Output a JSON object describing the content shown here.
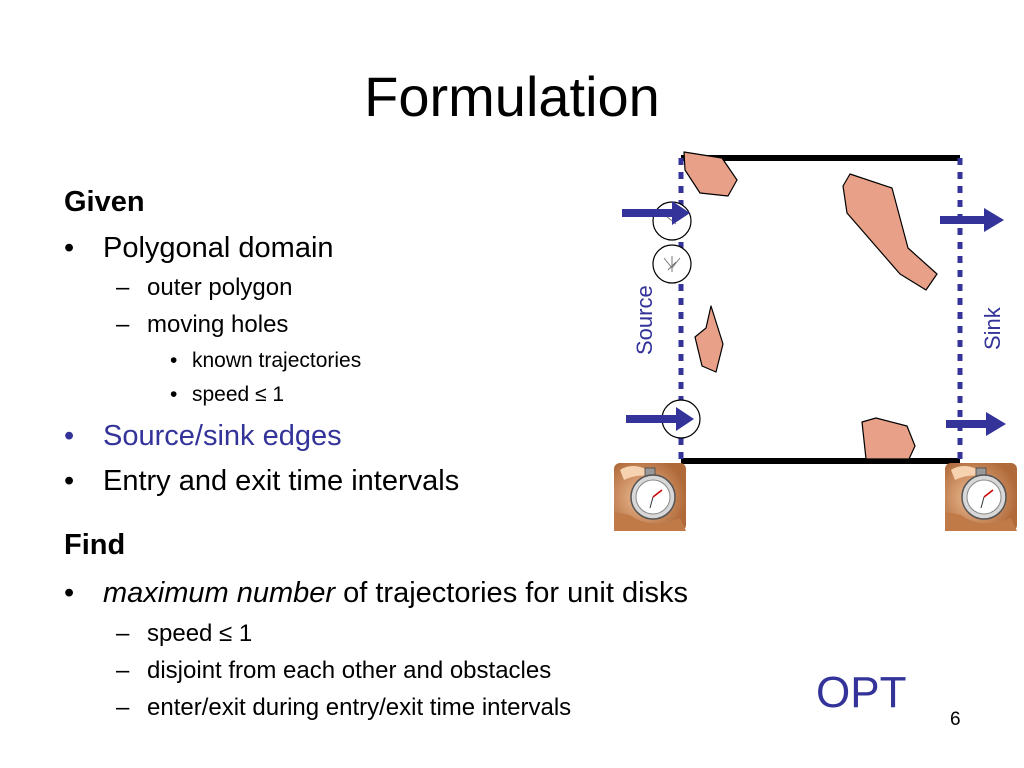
{
  "slide": {
    "title": "Formulation",
    "page_number": "6",
    "opt_label": "OPT",
    "accent_color": "#333399",
    "obstacle_color": "#e8a088"
  },
  "given": {
    "heading": "Given",
    "polygonal_domain": "Polygonal domain",
    "outer_polygon": "outer polygon",
    "moving_holes": "moving holes",
    "known_trajectories": "known trajectories",
    "speed": "speed ≤ 1",
    "source_sink": "Source/sink edges",
    "entry_exit": "Entry and exit time intervals"
  },
  "find": {
    "heading": "Find",
    "max_number_italic": "maximum number",
    "max_number_rest": " of trajectories for unit disks",
    "speed": "speed ≤ 1",
    "disjoint": "disjoint from each other and obstacles",
    "enter_exit": "enter/exit during entry/exit time intervals"
  },
  "diagram": {
    "source_label": "Source",
    "sink_label": "Sink"
  },
  "bullets": {
    "l1": "•",
    "l2": "–",
    "l3": "•"
  }
}
